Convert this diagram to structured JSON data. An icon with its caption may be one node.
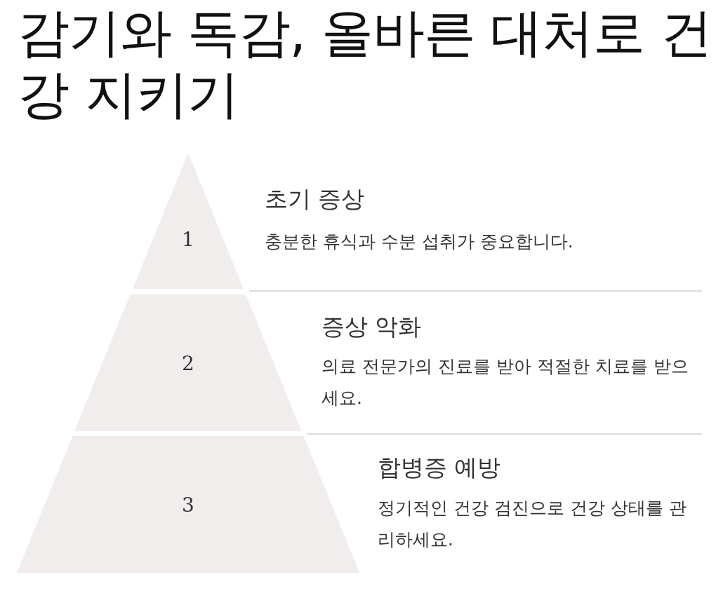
{
  "diagram": {
    "title": "감기와 독감, 올바른 대처로 건강 지키기",
    "nodes": [
      {
        "text": [
          "1"
        ],
        "beside": [
          "초기 증상",
          "충분한 휴식과 수분 섭취가 중요합니다."
        ]
      },
      {
        "text": [
          "2"
        ],
        "beside": [
          "증상 악화",
          "의료 전문가의 진료를 받아 적절한 치료를 받으세요."
        ]
      },
      {
        "text": [
          "3"
        ],
        "beside": [
          "합병증 예방",
          "정기적인 건강 검진으로 건강 상태를 관리하세요."
        ]
      }
    ],
    "edges": []
  }
}
